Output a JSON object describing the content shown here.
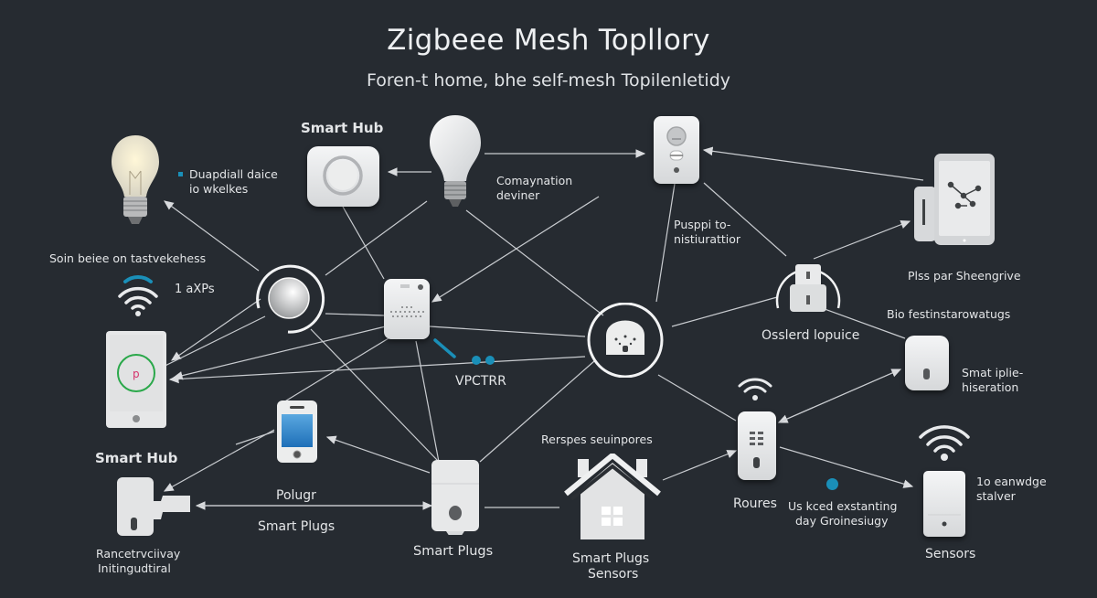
{
  "header": {
    "title": "Zigbeee Mesh Topllory",
    "subtitle": "Foren-t home, bhe self-mesh Topilenletidy"
  },
  "colors": {
    "background": "#262b31",
    "edge": "#c9ccd0",
    "accent_blue": "#1a8fb8",
    "accent_green": "#2aa84a"
  },
  "nodes": {
    "bulb_left": {
      "label_line1": "Duapdiall daice",
      "label_line2": "io wkelkes",
      "icon": "lightbulb-icon"
    },
    "wifi_left": {
      "label_top": "Soin beiee on tastvekehess",
      "label_side": "1 aXPs",
      "icon": "wifi-icon"
    },
    "hub_top": {
      "label": "Smart Hub",
      "icon": "hub-icon"
    },
    "bulb_center": {
      "label_line1": "Comaynation",
      "label_line2": "deviner",
      "icon": "lightbulb-icon"
    },
    "plug_top_right": {
      "label_line1": "Pusppi to-",
      "label_line2": "nistiurattior",
      "icon": "smart-plug-icon"
    },
    "tablet_right": {
      "label": "Plss par Sheengrive",
      "icon": "tablet-icon"
    },
    "knob_left": {
      "icon": "knob-sensor-icon"
    },
    "speaker_center": {
      "label": "VPCTRR",
      "icon": "speaker-icon"
    },
    "outlet_center": {
      "icon": "outlet-icon"
    },
    "plug_right_circle": {
      "label": "Osslerd lopuice",
      "label_top": "Bio festinstarowatugs",
      "icon": "smart-plug-icon"
    },
    "sensor_right": {
      "label_line1": "Smat iplie-",
      "label_line2": "hiseration",
      "icon": "sensor-icon"
    },
    "phone_left": {
      "icon": "phone-icon"
    },
    "phone_center": {
      "label": "Polugr",
      "icon": "phone-icon"
    },
    "hub_bottom_left": {
      "label_top": "Smart Hub",
      "label_line1": "Rancetrvciivay",
      "label_line2": "Initingudtiral",
      "icon": "hub-icon"
    },
    "plugs_link_label": "Smart Plugs",
    "plug_bottom": {
      "label": "Smart Plugs",
      "icon": "smart-plug-icon"
    },
    "house": {
      "label_top": "Rerspes seuinpores",
      "label_line1": "Smart Plugs",
      "label_line2": "Sensors",
      "icon": "house-icon"
    },
    "router": {
      "label": "Roures",
      "icon": "router-icon"
    },
    "router_note": {
      "label_line1": "Us kced exstanting",
      "label_line2": "day Groinesiugy"
    },
    "sensor_bottom_right": {
      "label": "Sensors",
      "label_side1": "1o eanwdge",
      "label_side2": "stalver",
      "icon": "sensor-icon"
    }
  }
}
